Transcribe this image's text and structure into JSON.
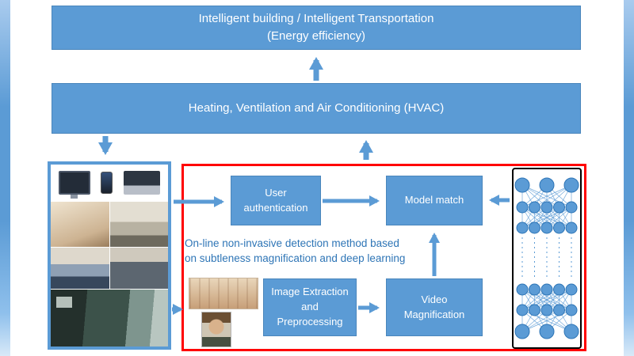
{
  "slide": {
    "top_box": {
      "line1": "Intelligent building / Intelligent Transportation",
      "line2": "(Energy efficiency)"
    },
    "hvac_box": {
      "label": "Heating, Ventilation and Air Conditioning (HVAC)"
    },
    "pipeline": {
      "user_auth": "User authentication",
      "model_match": "Model match",
      "annotation_line1": "On-line non-invasive detection method based",
      "annotation_line2": "on subtleness magnification and deep learning",
      "image_extraction": "Image Extraction and Preprocessing",
      "video_magnification": "Video Magnification"
    },
    "colors": {
      "box_blue": "#5B9BD5",
      "node_stroke_blue": "#2E75B6",
      "annotation_blue": "#2E75B6",
      "region_red": "#FF0000"
    },
    "network": {
      "layers": [
        3,
        5,
        5,
        0,
        5,
        5,
        3
      ]
    }
  }
}
